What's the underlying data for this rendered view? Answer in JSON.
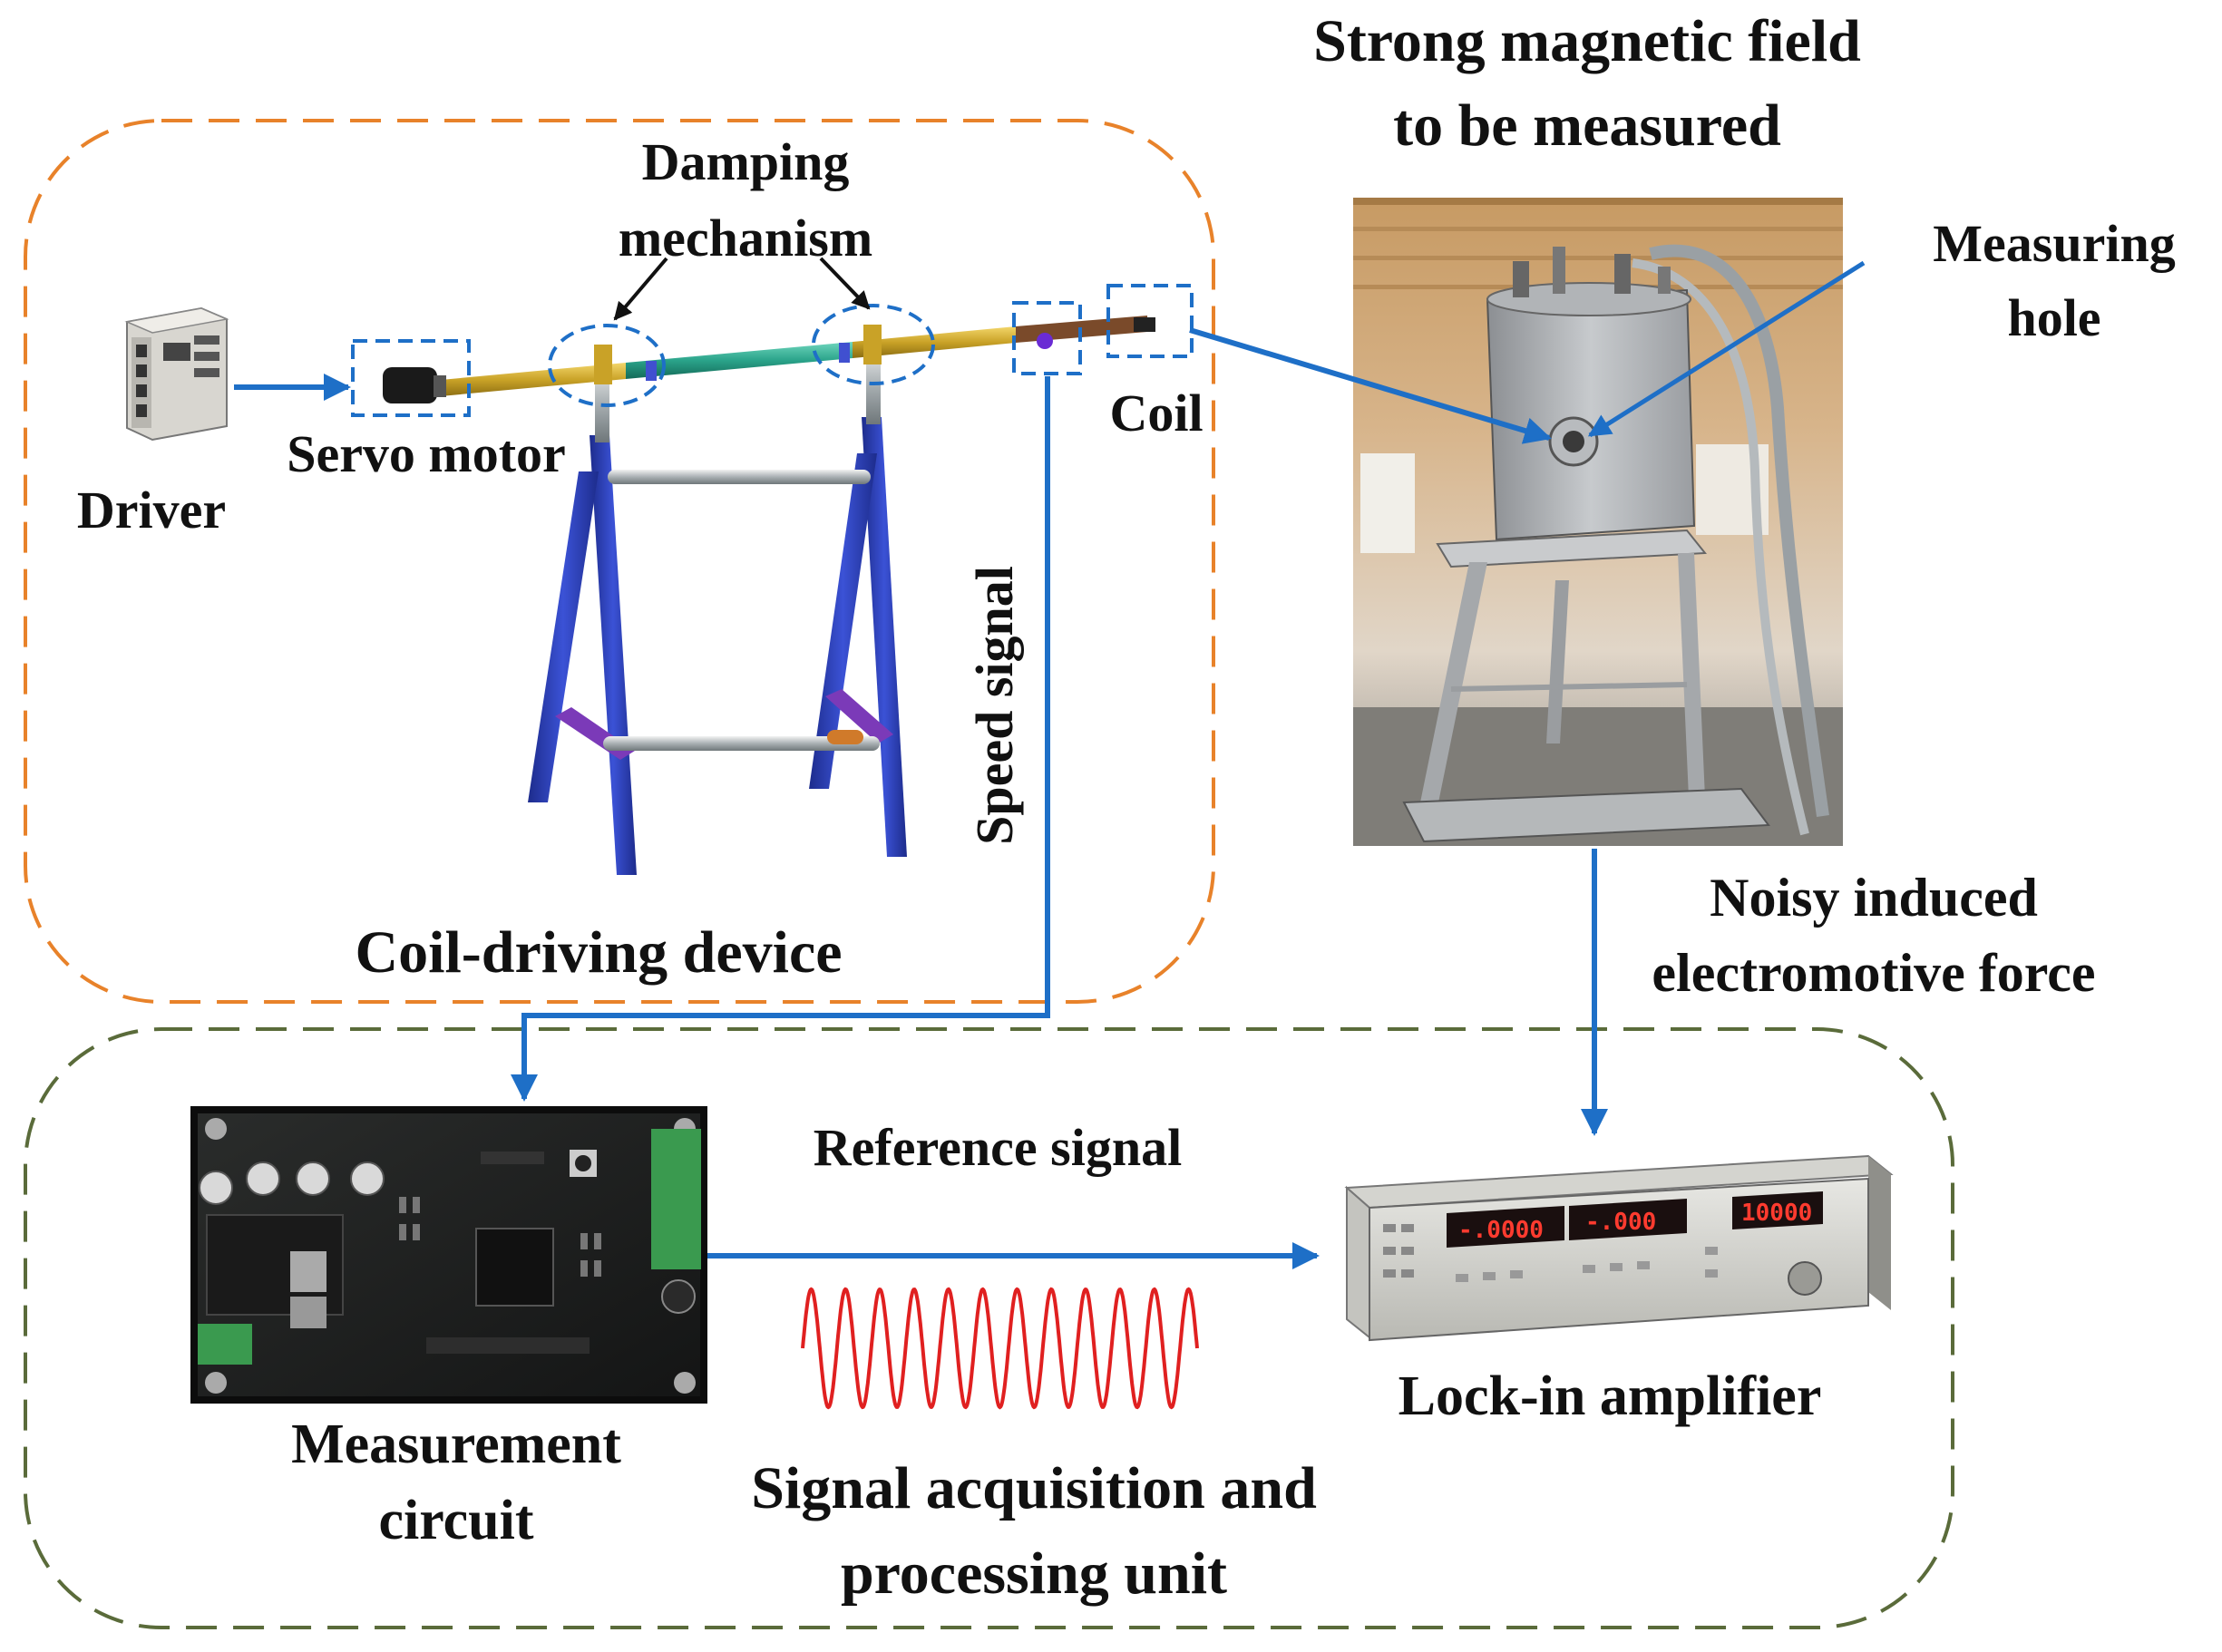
{
  "labels": {
    "title_line1": "Strong magnetic field",
    "title_line2": "to be measured",
    "damping_line1": "Damping",
    "damping_line2": "mechanism",
    "measuring_line1": "Measuring",
    "measuring_line2": "hole",
    "coil": "Coil",
    "servo_motor": "Servo motor",
    "driver": "Driver",
    "speed_signal": "Speed signal",
    "coil_driving_device": "Coil-driving device",
    "noisy_line1": "Noisy induced",
    "noisy_line2": "electromotive force",
    "reference_signal": "Reference signal",
    "measurement_line1": "Measurement",
    "measurement_line2": "circuit",
    "unit_line1": "Signal acquisition and",
    "unit_line2": "processing unit",
    "lockin": "Lock-in amplifier"
  },
  "instrument_display": {
    "ch1": "-.0000",
    "ch2": "-.000",
    "ch3": "10000"
  },
  "colors": {
    "arrow_blue": "#1e6fc7",
    "orange_border": "#e8822a",
    "green_border": "#5a6b3a",
    "sine_red": "#e02020",
    "frame_blue": "#2a3fb0",
    "rod_gold": "#c9a227",
    "rod_teal": "#2aa38a"
  }
}
